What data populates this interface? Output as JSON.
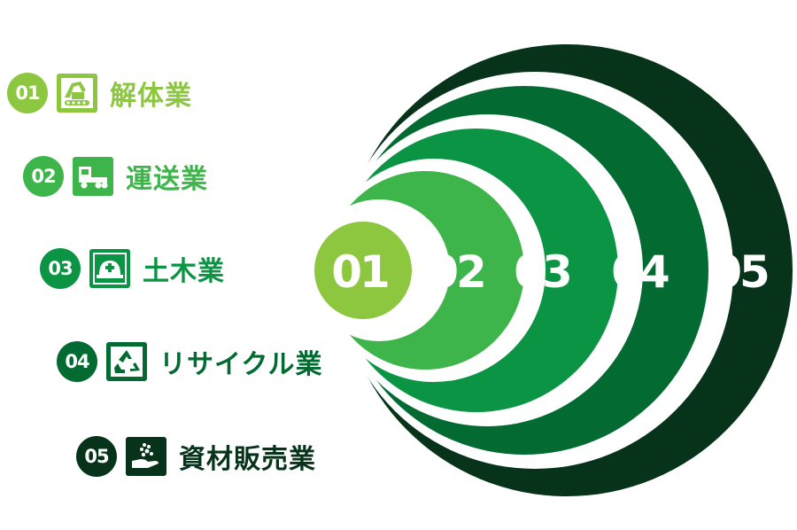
{
  "colors": {
    "level1": "#8dc63f",
    "level2": "#3db54a",
    "level3": "#0a9443",
    "level4": "#036b32",
    "level5": "#06331a"
  },
  "rings": [
    {
      "num": "01"
    },
    {
      "num": "02"
    },
    {
      "num": "03"
    },
    {
      "num": "04"
    },
    {
      "num": "05"
    }
  ],
  "items": [
    {
      "num": "01",
      "icon": "excavator-icon",
      "label": "解体業"
    },
    {
      "num": "02",
      "icon": "truck-icon",
      "label": "運送業"
    },
    {
      "num": "03",
      "icon": "hardhat-icon",
      "label": "土木業"
    },
    {
      "num": "04",
      "icon": "recycle-icon",
      "label": "リサイクル業"
    },
    {
      "num": "05",
      "icon": "hand-materials-icon",
      "label": "資材販売業"
    }
  ]
}
